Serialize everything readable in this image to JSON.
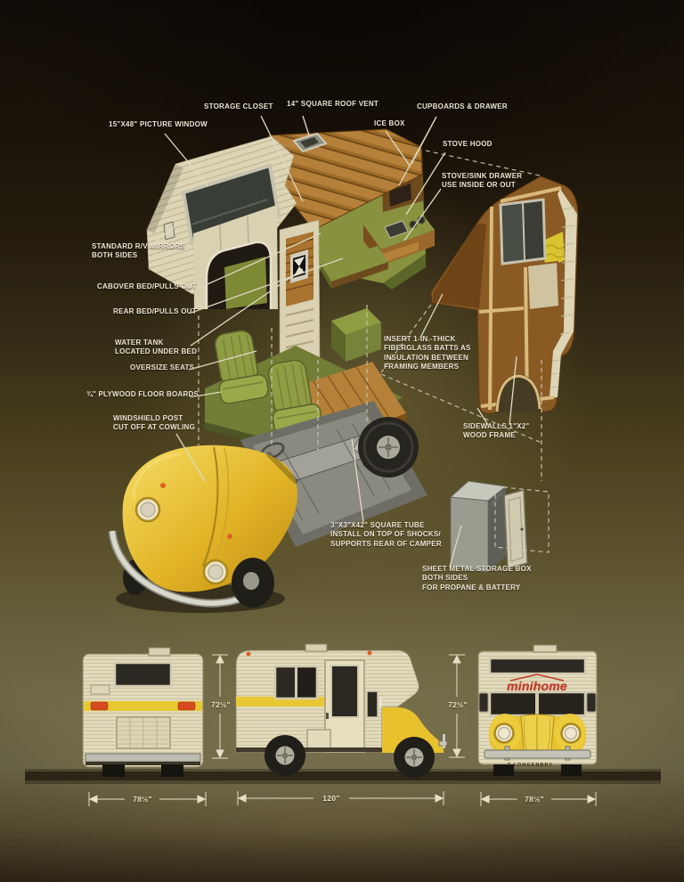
{
  "callouts": [
    {
      "id": "picture-window",
      "text": "15\"X48\" PICTURE WINDOW"
    },
    {
      "id": "storage-closet",
      "text": "STORAGE CLOSET"
    },
    {
      "id": "roof-vent",
      "text": "14\" SQUARE ROOF VENT"
    },
    {
      "id": "ice-box",
      "text": "ICE BOX"
    },
    {
      "id": "cupboards-drawer",
      "text": "CUPBOARDS & DRAWER"
    },
    {
      "id": "stove-hood",
      "text": "STOVE HOOD"
    },
    {
      "id": "stove-sink-drawer",
      "text": "STOVE/SINK DRAWER\nUSE INSIDE OR OUT"
    },
    {
      "id": "rv-mirrors",
      "text": "STANDARD R/V MIRRORS\nBOTH SIDES"
    },
    {
      "id": "cabover-bed",
      "text": "CABOVER BED/PULLS OUT"
    },
    {
      "id": "rear-bed",
      "text": "REAR BED/PULLS OUT"
    },
    {
      "id": "water-tank",
      "text": "WATER TANK\nLOCATED UNDER BED"
    },
    {
      "id": "oversize-seats",
      "text": "OVERSIZE SEATS"
    },
    {
      "id": "plywood-floor",
      "text": "¾\" PLYWOOD FLOOR BOARDS"
    },
    {
      "id": "windshield-post",
      "text": "WINDSHIELD POST\nCUT OFF AT COWLING"
    },
    {
      "id": "insulation",
      "text": "INSERT 1-IN.-THICK\nFIBERGLASS BATTS AS\nINSULATION BETWEEN\nFRAMING MEMBERS"
    },
    {
      "id": "sidewalls",
      "text": "SIDEWALLS 1\"X2\"\nWOOD FRAME"
    },
    {
      "id": "square-tube",
      "text": "3\"X3\"X42\" SQUARE TUBE\nINSTALL ON TOP OF SHOCKS/\nSUPPORTS REAR OF CAMPER"
    },
    {
      "id": "storage-box",
      "text": "SHEET METAL STORAGE BOX\nBOTH SIDES\nFOR PROPANE & BATTERY"
    }
  ],
  "dimensions": {
    "height_left": "72½\"",
    "height_right": "72½\"",
    "rear_width": "78½\"",
    "side_length": "120\"",
    "front_width": "78½\""
  },
  "branding": {
    "logo": "minihome",
    "signature": "T.LONGENBNY"
  },
  "colors": {
    "background_dark": "#16100a",
    "background_olive": "#5c5433",
    "photo_band_khaki": "#6f6846",
    "camper_cream": "#ddd5b6",
    "stripe_yellow": "#e8c832",
    "beetle_yellow": "#e8c22e",
    "cushion_green": "#8f9c42",
    "wood_brown": "#a8742f",
    "logo_red": "#c23a28",
    "label_text": "#ece6d4"
  }
}
